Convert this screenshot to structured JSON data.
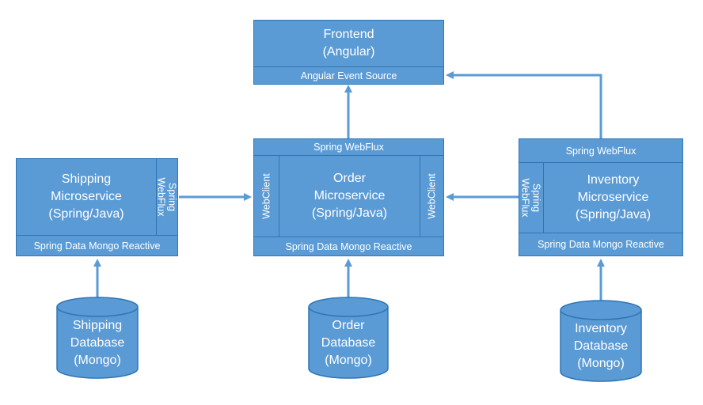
{
  "frontend": {
    "title": "Frontend",
    "subtitle": "(Angular)",
    "event_source": "Angular Event Source"
  },
  "shipping": {
    "line1": "Shipping",
    "line2": "Microservice",
    "line3": "(Spring/Java)",
    "webflux_line1": "Spring",
    "webflux_line2": "WebFlux",
    "data": "Spring Data Mongo Reactive"
  },
  "order": {
    "webflux": "Spring WebFlux",
    "webclient_left": "WebClient",
    "webclient_right": "WebClient",
    "line1": "Order",
    "line2": "Microservice",
    "line3": "(Spring/Java)",
    "data": "Spring Data Mongo Reactive"
  },
  "inventory": {
    "webflux": "Spring WebFlux",
    "webflux_v_line1": "Spring",
    "webflux_v_line2": "WebFlux",
    "line1": "Inventory",
    "line2": "Microservice",
    "line3": "(Spring/Java)",
    "data": "Spring Data Mongo Reactive"
  },
  "databases": {
    "shipping": [
      "Shipping",
      "Database",
      "(Mongo)"
    ],
    "order": [
      "Order",
      "Database",
      "(Mongo)"
    ],
    "inventory": [
      "Inventory",
      "Database",
      "(Mongo)"
    ]
  },
  "colors": {
    "box_fill": "#5b9bd5",
    "box_border": "#2e75b6",
    "arrow": "#5b9bd5",
    "text": "#ffffff"
  }
}
